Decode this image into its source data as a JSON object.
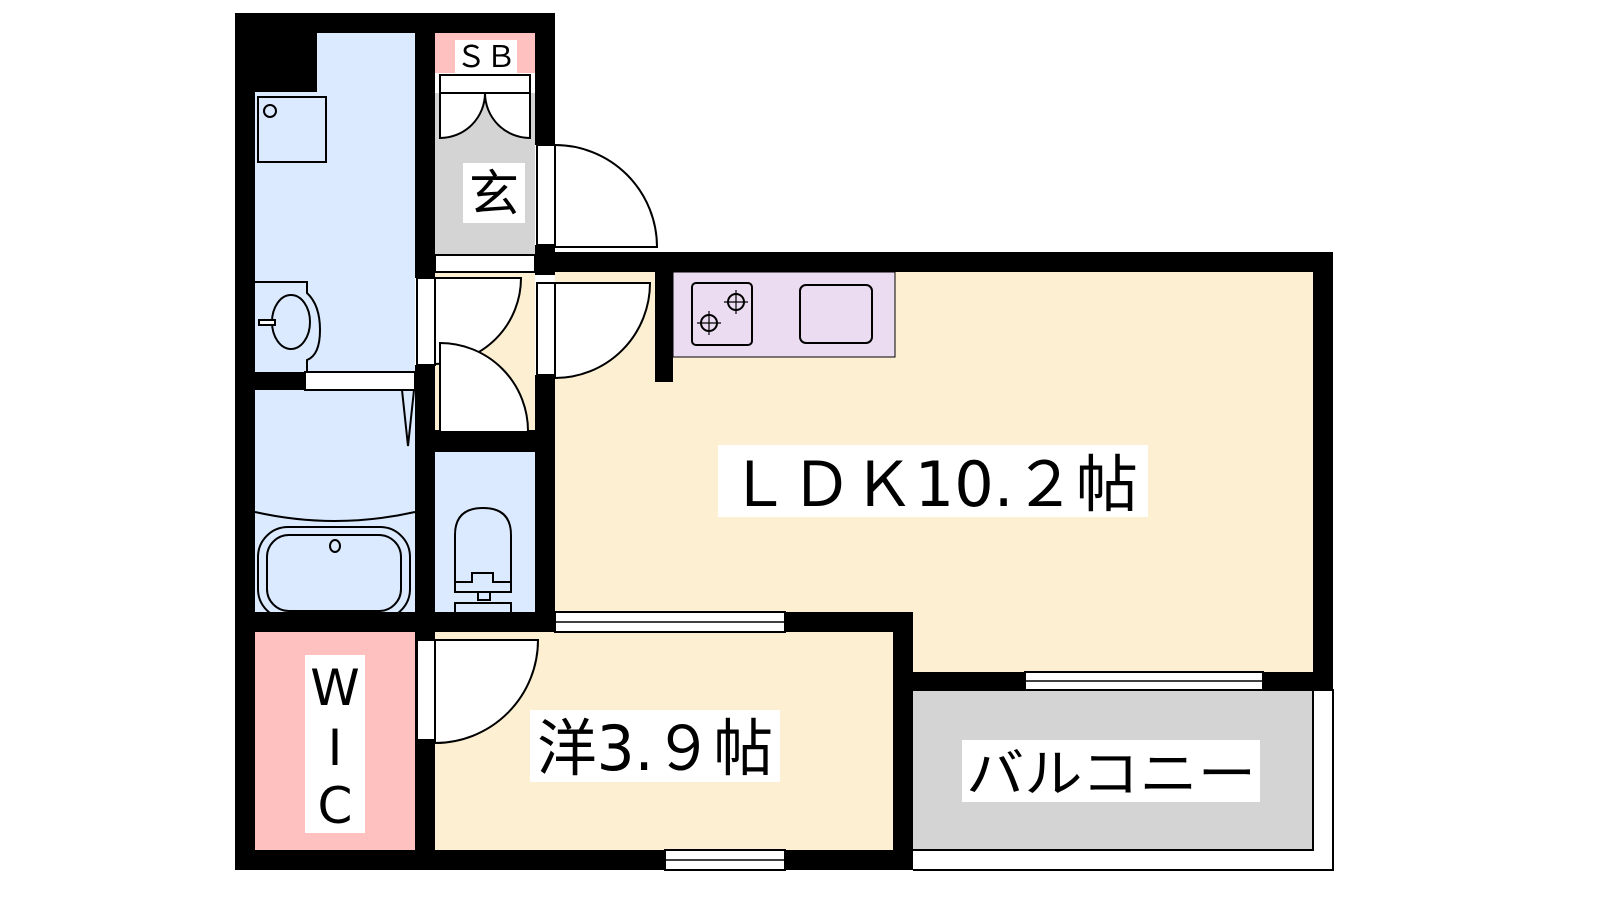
{
  "rooms": {
    "ldk": {
      "label": "ＬＤＫ10.２帖",
      "color": "#fdf0d2"
    },
    "western": {
      "label": "洋3.９帖",
      "color": "#fdf0d2"
    },
    "wic": {
      "label_lines": [
        "W",
        "I",
        "C"
      ],
      "color": "#ffc0c0"
    },
    "shoe_box": {
      "label": "ＳＢ",
      "color": "#ffc0c0"
    },
    "entrance": {
      "label": "玄",
      "color": "#d4d4d4"
    },
    "balcony": {
      "label": "バルコニー",
      "color": "#d4d4d4"
    },
    "wet_area_color": "#dbeaff",
    "kitchen_color": "#ecdcf2"
  }
}
